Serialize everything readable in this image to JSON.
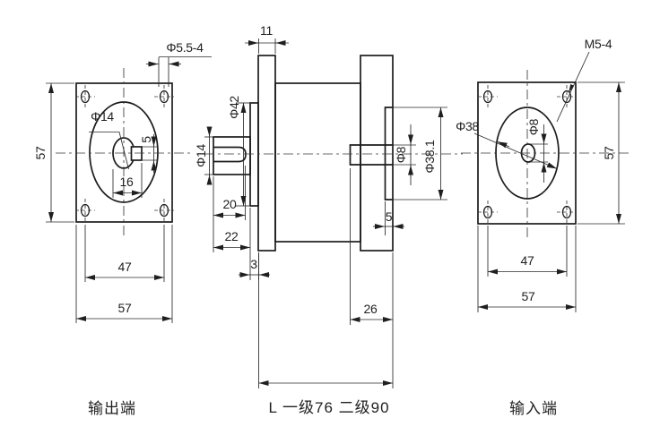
{
  "drawing": {
    "background": "#ffffff",
    "line_color": "#1c1c1c",
    "output_view": {
      "caption": "输出端",
      "dims": {
        "hole_spec": "Φ5.5-4",
        "shaft_dia": "Φ14",
        "key_width": "5",
        "key_span": "16",
        "flange_height": "57",
        "bolt_spacing": "47",
        "flange_width": "57"
      }
    },
    "side_view": {
      "caption": "L 一级76 二级90",
      "dims": {
        "front_flange_thickness": "11",
        "front_pilot_dia": "Φ42",
        "shaft_dia": "Φ14",
        "key_length": "20",
        "shaft_length": "22",
        "front_pilot_depth": "3",
        "rear_pilot_depth": "5",
        "input_bore_dia": "Φ8",
        "rear_pilot_dia": "Φ38.1",
        "rear_housing_depth": "26"
      }
    },
    "input_view": {
      "caption": "输入端",
      "dims": {
        "pilot_dia": "Φ38",
        "bore_dia": "Φ8",
        "thread_spec": "M5-4",
        "flange_height": "57",
        "bolt_spacing": "47",
        "flange_width": "57"
      }
    }
  }
}
